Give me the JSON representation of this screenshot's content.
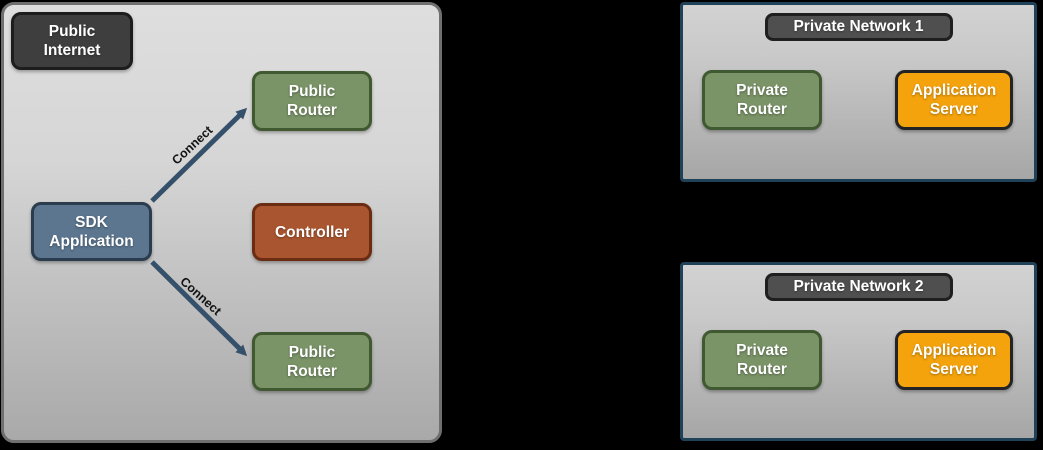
{
  "colors": {
    "background": "#000000",
    "left_panel_border": "#6f6f6f",
    "left_panel_fill_top": "#dedede",
    "left_panel_fill_bottom": "#a9a9a9",
    "private_panel_border": "#1f4258",
    "node_dark_fill": "#3e3e3e",
    "node_slate_fill": "#5c7690",
    "node_green_fill": "#7a9367",
    "node_rust_fill": "#a9552f",
    "node_amber_fill": "#f4a30c",
    "arrow": "#35506a",
    "node_text": "#ffffff",
    "edge_label_text": "#131313"
  },
  "left_panel": {
    "internet_label": "Public\nInternet",
    "nodes": {
      "public_router_top": "Public\nRouter",
      "sdk_application": "SDK\nApplication",
      "controller": "Controller",
      "public_router_bottom": "Public\nRouter"
    },
    "edges": [
      {
        "label": "Connect"
      },
      {
        "label": "Connect"
      }
    ]
  },
  "private_networks": [
    {
      "title": "Private Network 1",
      "router": "Private\nRouter",
      "server": "Application\nServer"
    },
    {
      "title": "Private Network 2",
      "router": "Private\nRouter",
      "server": "Application\nServer"
    }
  ]
}
